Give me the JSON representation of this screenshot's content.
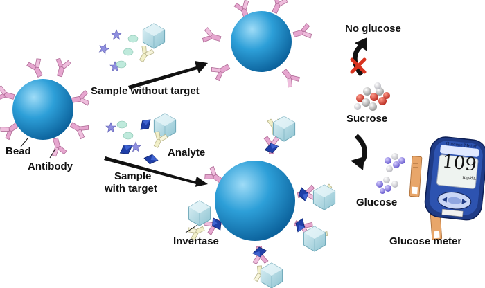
{
  "labels": {
    "sample_without_target": "Sample without target",
    "sample_with_target_line1": "Sample",
    "sample_with_target_line2": "with target",
    "bead": "Bead",
    "antibody": "Antibody",
    "analyte": "Analyte",
    "invertase": "Invertase",
    "no_glucose": "No glucose",
    "sucrose": "Sucrose",
    "glucose": "Glucose",
    "glucose_meter": "Glucose meter"
  },
  "meter": {
    "brand": "Glucose Meter",
    "reading": "109",
    "unit": "mg/dL"
  },
  "colors": {
    "bead": "#2d9fd8",
    "antibody": "#e6a6cf",
    "analyte": "#1f3fa8",
    "invertase": "#b9dde6",
    "arrow": "#111111",
    "cross": "#d8331f",
    "meter_body": "#1f3b86"
  },
  "icons": [
    "bead-icon",
    "antibody-icon",
    "analyte-icon",
    "invertase-icon",
    "sucrose-molecule-icon",
    "glucose-molecule-icon",
    "test-strip-icon",
    "glucose-meter-icon",
    "cross-icon"
  ]
}
